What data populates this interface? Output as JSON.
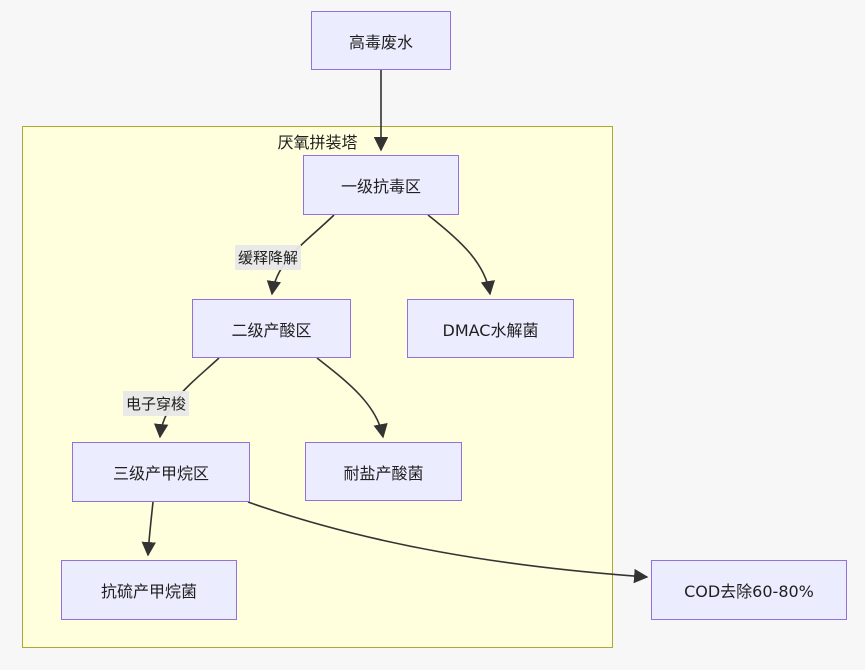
{
  "diagram": {
    "type": "flowchart",
    "colors": {
      "page_background": "#f7f7f8",
      "node_fill": "#ececff",
      "node_border": "#9370db",
      "container_fill": "#ffffde",
      "container_border": "#aaaa33",
      "edge_stroke": "#333333",
      "edge_label_background": "#e8e8e8",
      "text": "#1f1f1f"
    },
    "container": {
      "label": "厌氧拼装塔"
    },
    "nodes": {
      "source": "高毒废水",
      "zone1": "一级抗毒区",
      "zone2": "二级产酸区",
      "dmac": "DMAC水解菌",
      "zone3": "三级产甲烷区",
      "salt": "耐盐产酸菌",
      "sulfur": "抗硫产甲烷菌",
      "cod": "COD去除60-80%"
    },
    "edge_labels": {
      "slow_release": "缓释降解",
      "electron_shuttle": "电子穿梭"
    },
    "edges": [
      {
        "from": "高毒废水",
        "to": "一级抗毒区",
        "label": ""
      },
      {
        "from": "一级抗毒区",
        "to": "二级产酸区",
        "label": "缓释降解"
      },
      {
        "from": "一级抗毒区",
        "to": "DMAC水解菌",
        "label": ""
      },
      {
        "from": "二级产酸区",
        "to": "三级产甲烷区",
        "label": "电子穿梭"
      },
      {
        "from": "二级产酸区",
        "to": "耐盐产酸菌",
        "label": ""
      },
      {
        "from": "三级产甲烷区",
        "to": "抗硫产甲烷菌",
        "label": ""
      },
      {
        "from": "三级产甲烷区",
        "to": "COD去除60-80%",
        "label": ""
      }
    ]
  }
}
